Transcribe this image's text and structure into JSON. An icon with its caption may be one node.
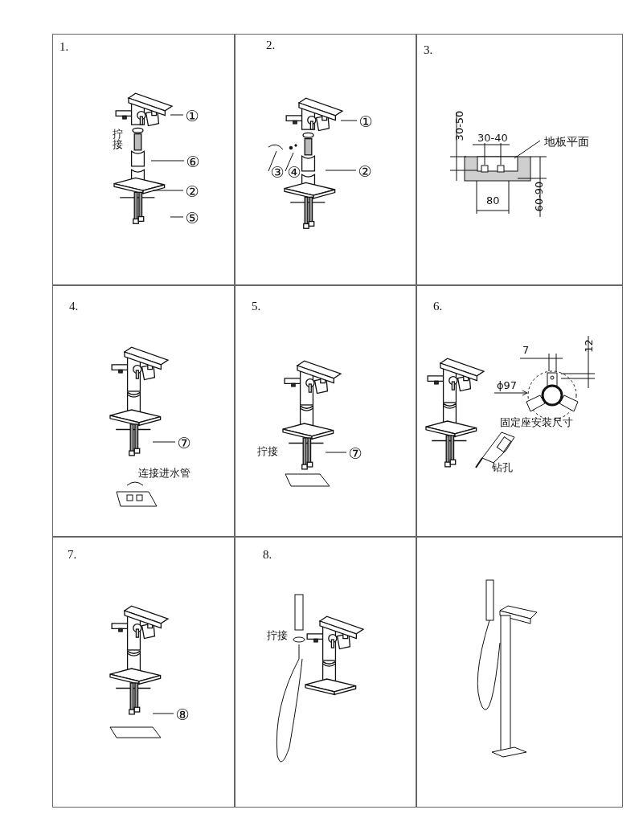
{
  "diagram": {
    "nodes": [
      {
        "text": [
          "1."
        ]
      },
      {
        "text": [
          "①"
        ],
        "in": 0
      },
      {
        "text": [
          "⑥"
        ],
        "in": 0
      },
      {
        "text": [
          "②"
        ],
        "in": 0
      },
      {
        "text": [
          "⑤"
        ],
        "in": 0
      },
      {
        "text": [
          "2."
        ]
      },
      {
        "text": [
          "①"
        ],
        "in": 5
      },
      {
        "text": [
          "③"
        ],
        "in": 5
      },
      {
        "text": [
          "④"
        ],
        "in": 5
      },
      {
        "text": [
          "②"
        ],
        "in": 5
      },
      {
        "text": [
          "3."
        ]
      },
      {
        "text": [
          "地板平面"
        ],
        "in": 10
      },
      {
        "text": [
          "4."
        ]
      },
      {
        "text": [
          "⑦"
        ],
        "in": 12
      },
      {
        "text": [
          "5."
        ]
      },
      {
        "text": [
          "⑦"
        ],
        "in": 14
      },
      {
        "text": [
          "6."
        ]
      },
      {
        "text": [
          "7."
        ]
      },
      {
        "text": [
          "⑧"
        ],
        "in": 17
      },
      {
        "text": [
          "8."
        ]
      },
      {
        "text": [],
        "shape": "box"
      }
    ],
    "edges": [
      {
        "from": 1,
        "to": null,
        "arrow": "none"
      },
      {
        "from": 2,
        "to": null,
        "arrow": "none"
      },
      {
        "from": 3,
        "to": null,
        "arrow": "none"
      },
      {
        "from": 4,
        "to": null,
        "arrow": "none"
      },
      {
        "from": 6,
        "to": null,
        "arrow": "none"
      },
      {
        "from": 7,
        "to": null,
        "arrow": "none"
      },
      {
        "from": 8,
        "to": null,
        "arrow": "none"
      },
      {
        "from": 9,
        "to": null,
        "arrow": "none"
      },
      {
        "from": 11,
        "to": null,
        "arrow": "none"
      },
      {
        "from": 13,
        "to": null,
        "arrow": "none"
      },
      {
        "from": 15,
        "to": null,
        "arrow": "none"
      },
      {
        "from": 18,
        "to": null,
        "arrow": "none"
      }
    ],
    "labels": [
      "拧接",
      "30-50",
      "30-40",
      "80",
      "60-90",
      "连接进水管",
      "拧接",
      "7",
      "12",
      "ϕ97",
      "固定座安装尺寸",
      "钻孔",
      "拧接"
    ]
  }
}
